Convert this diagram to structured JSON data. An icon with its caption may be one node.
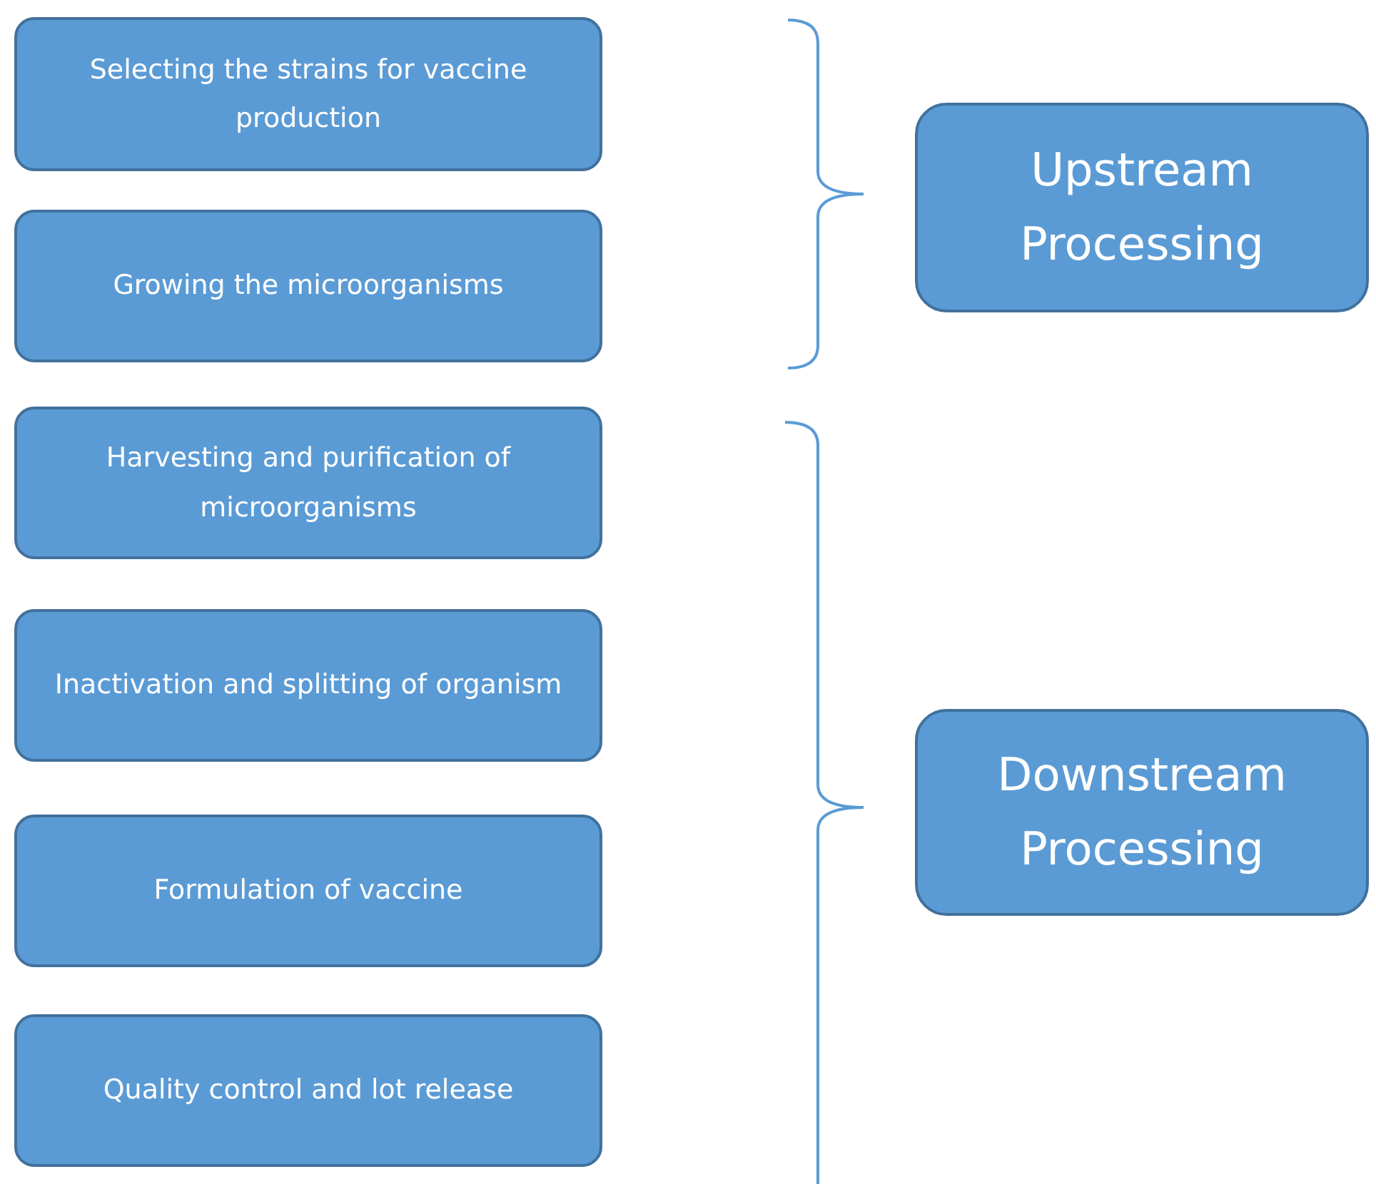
{
  "diagram": {
    "nodes": [
      {
        "text": [
          "Selecting the strains for vaccine production"
        ]
      },
      {
        "text": [
          "Growing the microorganisms"
        ]
      },
      {
        "text": [
          "Harvesting and purification of microorganisms"
        ]
      },
      {
        "text": [
          "Inactivation and splitting of organism"
        ]
      },
      {
        "text": [
          "Formulation of vaccine"
        ]
      },
      {
        "text": [
          "Quality control and lot release"
        ]
      },
      {
        "text": [
          "Upstream Processing"
        ]
      },
      {
        "text": [
          "Downstream Processing"
        ]
      }
    ]
  }
}
